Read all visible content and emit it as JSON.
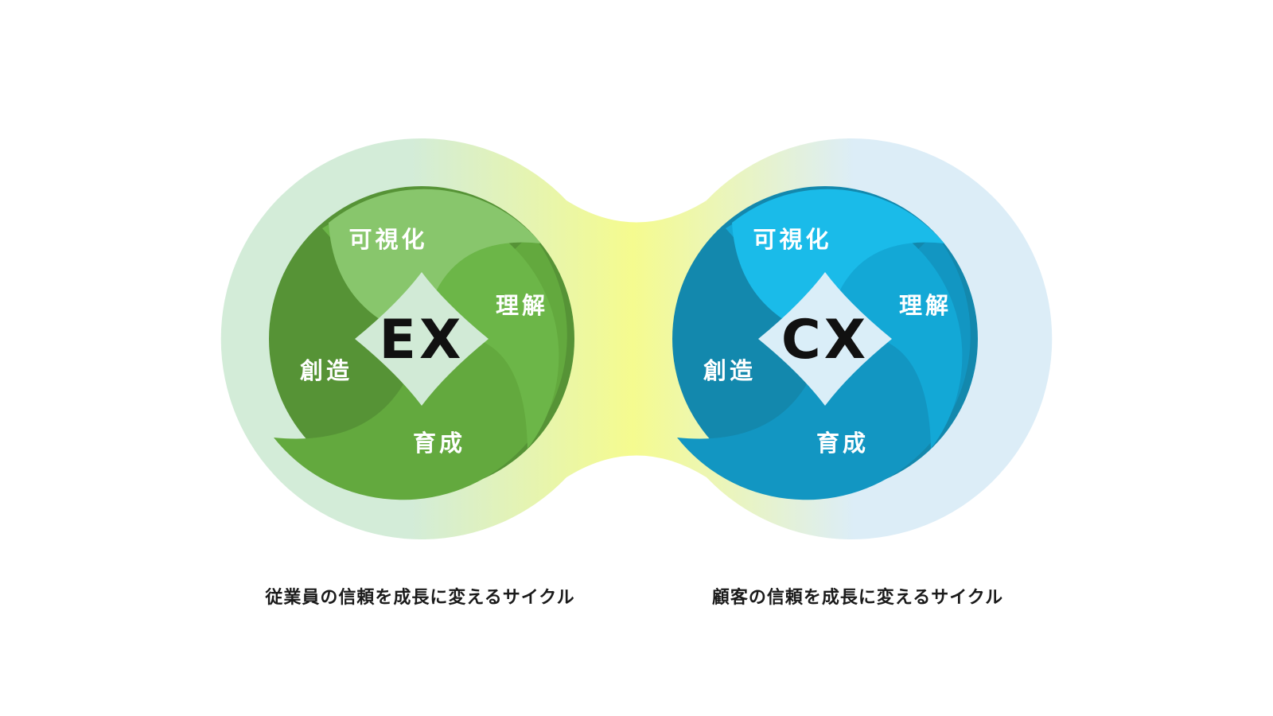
{
  "ex_cycle": {
    "center": "EX",
    "segments": [
      "可視化",
      "理解",
      "育成",
      "創造"
    ],
    "caption": "従業員の信頼を成長に変えるサイクル",
    "colors": {
      "halo": "#d3ecd8",
      "segment_top": "#88c66c",
      "segment_right": "#6cb648",
      "segment_bottom": "#63a93e",
      "segment_left": "#569336",
      "center": "#d1ead6"
    }
  },
  "cx_cycle": {
    "center": "CX",
    "segments": [
      "可視化",
      "理解",
      "育成",
      "創造"
    ],
    "caption": "顧客の信頼を成長に変えるサイクル",
    "colors": {
      "halo": "#dcedf7",
      "segment_top": "#1abbe9",
      "segment_right": "#13a8d6",
      "segment_bottom": "#1296c2",
      "segment_left": "#1388ad",
      "center": "#daeef8"
    }
  },
  "connector_color": "#f5fb8f"
}
